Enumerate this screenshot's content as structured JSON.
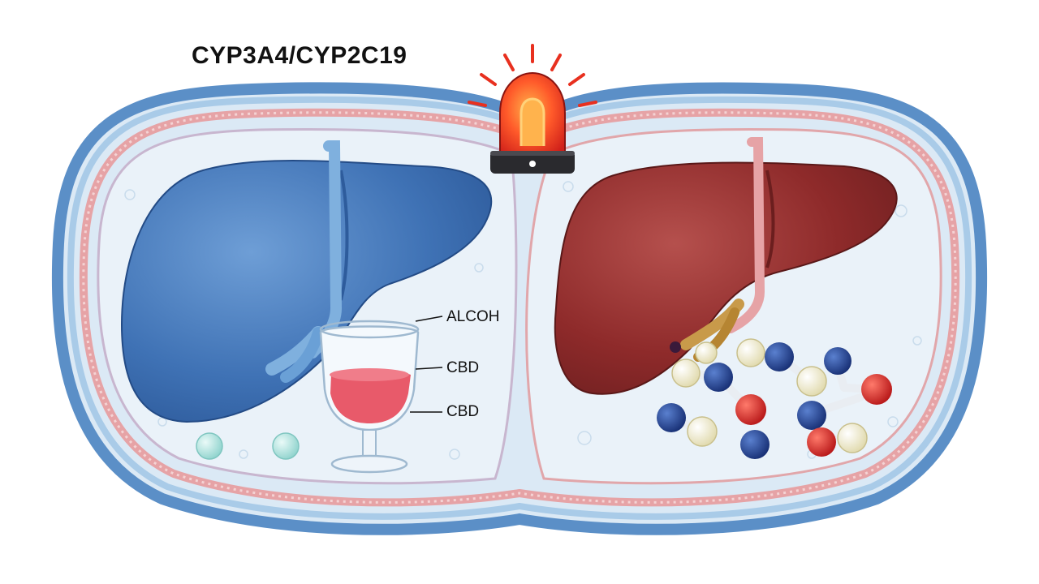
{
  "diagram": {
    "title": "CYP3A4/CYP2C19",
    "labels": [
      "ALCOH",
      "CBD",
      "CBD"
    ],
    "colors": {
      "left_liver": "#3f72b5",
      "right_liver": "#8e2a2a",
      "alarm": "#e8301f",
      "molecule_red": "#c8202a",
      "molecule_blue": "#1f3f8f",
      "molecule_cream": "#f3eecf",
      "membrane_blue": "#6f9fd2",
      "membrane_pink": "#e6a3a6"
    },
    "icons": [
      "alarm-light-icon",
      "liver-icon",
      "wine-glass-icon",
      "molecule-icon"
    ]
  }
}
